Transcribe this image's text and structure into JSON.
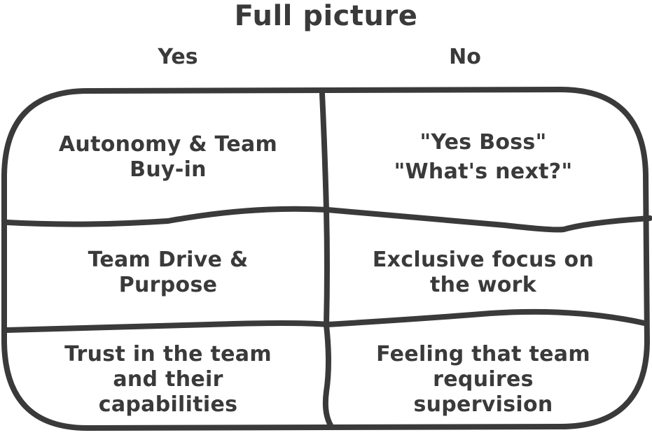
{
  "title": "Full picture",
  "columns": {
    "yes": "Yes",
    "no": "No"
  },
  "rows": [
    {
      "yes": [
        "Autonomy & Team",
        "Buy-in"
      ],
      "no": [
        "\"Yes Boss\"",
        "\"What's next?\""
      ]
    },
    {
      "yes": [
        "Team Drive &",
        "Purpose"
      ],
      "no": [
        "Exclusive focus on",
        "the work"
      ]
    },
    {
      "yes": [
        "Trust in the team",
        "and their",
        "capabilities"
      ],
      "no": [
        "Feeling that team",
        "requires",
        "supervision"
      ]
    }
  ],
  "colors": {
    "ink": "#3a3a3a",
    "background": "#ffffff"
  }
}
